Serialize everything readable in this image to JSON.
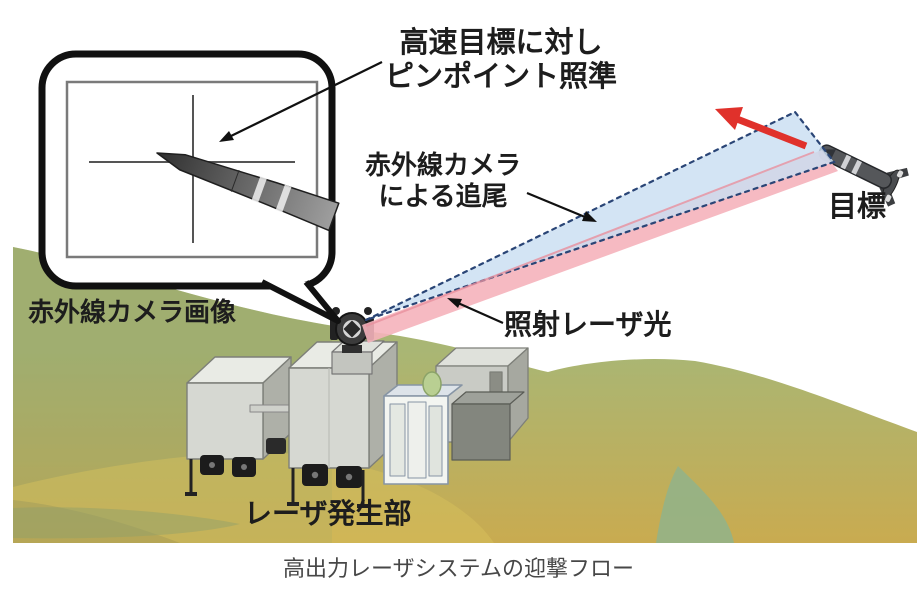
{
  "diagram": {
    "caption": "高出力レーザシステムの迎撃フロー",
    "callout": {
      "title": "赤外線カメラ画像"
    },
    "annotations": {
      "aiming_line1": "高速目標に対し",
      "aiming_line2": "ピンポイント照準",
      "tracking_line1": "赤外線カメラ",
      "tracking_line2": "による追尾",
      "laser": "照射レーザ光",
      "target": "目標",
      "generator": "レーザ発生部"
    },
    "colors": {
      "tracking_beam_fill": "#c9def1",
      "tracking_beam_edge": "#2a4576",
      "laser_beam_fill": "#f5b3bb",
      "laser_line": "#e9919f",
      "escape_arrow_red": "#e0312b",
      "hill_green": "#a9b674",
      "ground_tan": "#c9ab50"
    }
  }
}
